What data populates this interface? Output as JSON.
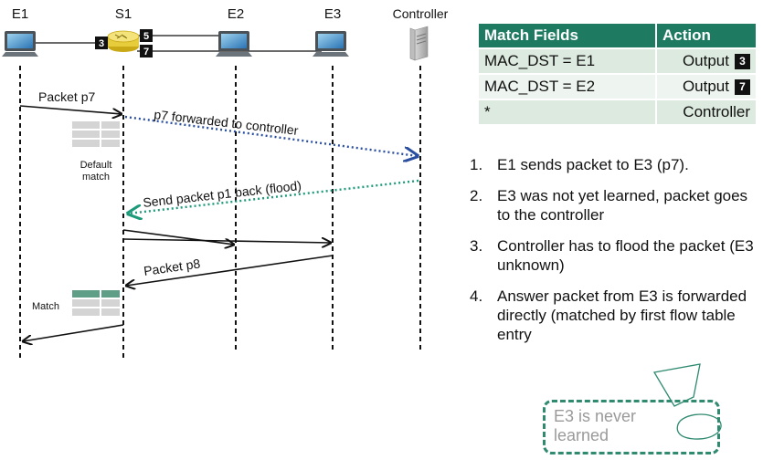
{
  "nodes": {
    "e1": "E1",
    "s1": "S1",
    "e2": "E2",
    "e3": "E3",
    "controller": "Controller",
    "switch_ports": {
      "left": "3",
      "top": "5",
      "bottom": "7"
    }
  },
  "messages": {
    "packet_p7": "Packet p7",
    "p7_forwarded": "p7 forwarded to controller",
    "send_p1_back": "Send packet p1 back (flood)",
    "packet_p8": "Packet p8"
  },
  "table_labels": {
    "default_match_line1": "Default",
    "default_match_line2": "match",
    "match": "Match"
  },
  "flow_table": {
    "headers": [
      "Match Fields",
      "Action"
    ],
    "rows": [
      {
        "match": "MAC_DST = E1",
        "action": "Output",
        "port": "3"
      },
      {
        "match": "MAC_DST = E2",
        "action": "Output",
        "port": "7"
      },
      {
        "match": "*",
        "action": "Controller",
        "port": ""
      }
    ]
  },
  "steps": [
    {
      "num": "1.",
      "text": "E1 sends packet to E3 (p7)."
    },
    {
      "num": "2.",
      "text": "E3 was not yet learned, packet goes to the controller"
    },
    {
      "num": "3.",
      "text": "Controller has to flood the packet (E3 unknown)"
    },
    {
      "num": "4.",
      "text": "Answer packet from E3 is forwarded directly (matched by first flow table entry"
    }
  ],
  "note": "E3 is never learned",
  "colors": {
    "header_green": "#1f7a62",
    "dotted_blue": "#2b4fa0",
    "dotted_teal": "#1d9a7a",
    "note_border": "#2f8a70"
  }
}
